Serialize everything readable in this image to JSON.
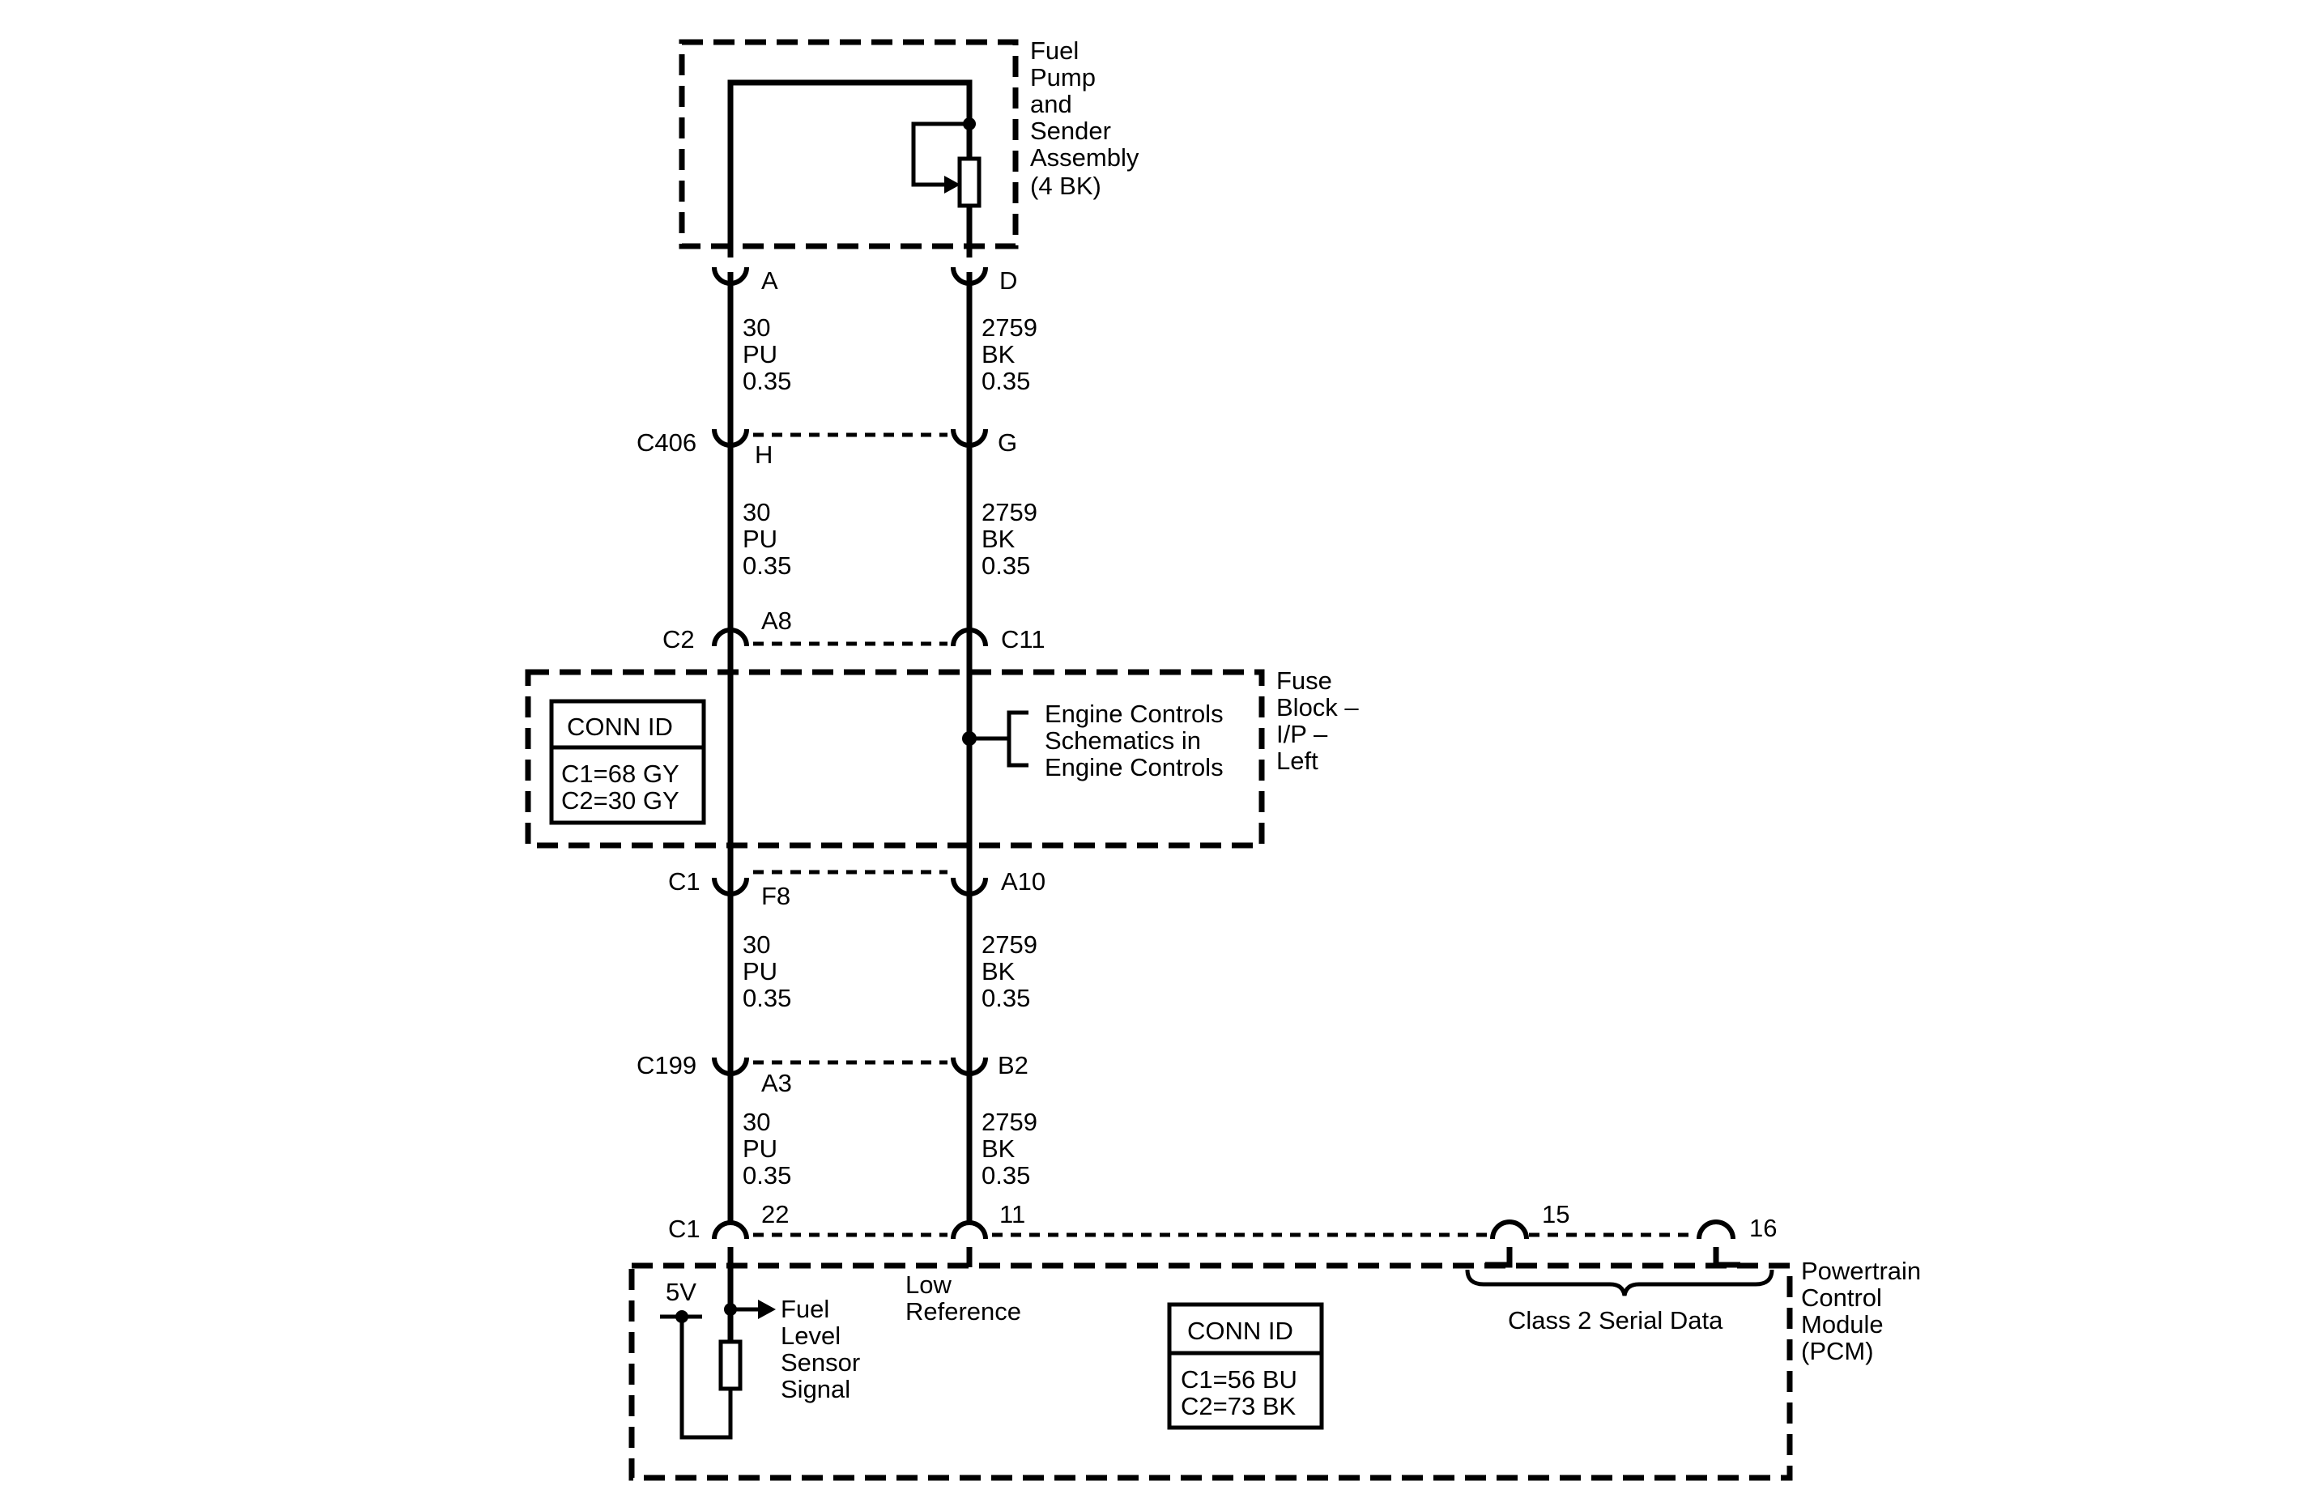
{
  "components": {
    "fuel_pump": {
      "label": [
        "Fuel",
        "Pump",
        "and",
        "Sender",
        "Assembly",
        "(4 BK)"
      ]
    },
    "fuse_block": {
      "label": [
        "Fuse",
        "Block –",
        "I/P –",
        "Left"
      ]
    },
    "pcm": {
      "label": [
        "Powertrain",
        "Control",
        "Module",
        "(PCM)"
      ]
    }
  },
  "connectors": {
    "fuel_pump_left_pin": "A",
    "fuel_pump_right_pin": "D",
    "c406_name": "C406",
    "c406_left_pin": "H",
    "c406_right_pin": "G",
    "fuse_top_left_name": "C2",
    "fuse_top_left_pin": "A8",
    "fuse_top_right_pin": "C11",
    "fuse_bottom_left_name": "C1",
    "fuse_bottom_left_pin": "F8",
    "fuse_bottom_right_pin": "A10",
    "c199_name": "C199",
    "c199_left_pin": "A3",
    "c199_right_pin": "B2",
    "pcm_name": "C1",
    "pcm_pin_left": "22",
    "pcm_pin_right": "11",
    "pcm_pin_15": "15",
    "pcm_pin_16": "16"
  },
  "wires": {
    "left": [
      "30",
      "PU",
      "0.35"
    ],
    "right": [
      "2759",
      "BK",
      "0.35"
    ]
  },
  "conn_id_fuse": {
    "title": "CONN ID",
    "lines": [
      "C1=68 GY",
      "C2=30 GY"
    ]
  },
  "conn_id_pcm": {
    "title": "CONN ID",
    "lines": [
      "C1=56 BU",
      "C2=73 BK"
    ]
  },
  "reference": [
    "Engine Controls",
    "Schematics in",
    "Engine Controls"
  ],
  "pcm_labels": {
    "voltage": "5V",
    "sensor_signal": [
      "Fuel",
      "Level",
      "Sensor",
      "Signal"
    ],
    "low_reference": [
      "Low",
      "Reference"
    ],
    "serial_data": "Class 2 Serial Data"
  }
}
